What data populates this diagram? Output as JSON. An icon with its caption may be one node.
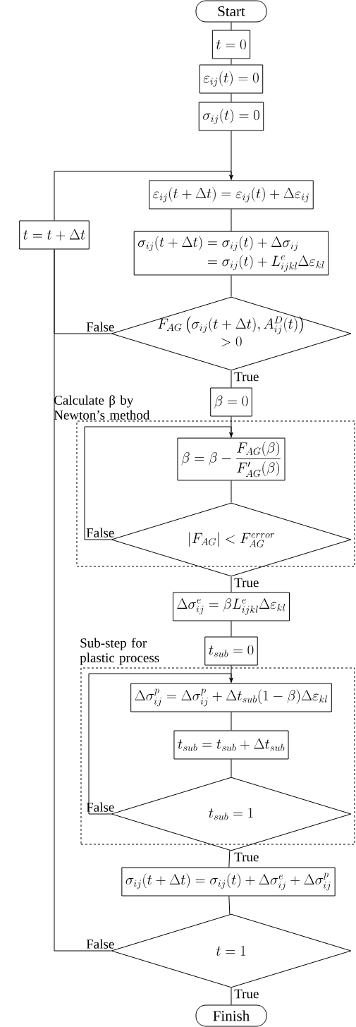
{
  "diagram": {
    "nodes": [
      {
        "text": [
          "Start"
        ]
      },
      {
        "text": [
          "t = 0"
        ]
      },
      {
        "text": [
          "\\varepsilon_{ij}(t) = 0"
        ]
      },
      {
        "text": [
          "\\sigma_{ij}(t) = 0"
        ]
      },
      {
        "text": [
          "\\varepsilon_{ij}(t+\\Delta t) = \\varepsilon_{ij}(t) + \\Delta\\varepsilon_{ij}"
        ]
      },
      {
        "text": [
          "\\begin{aligned}\\sigma_{ij}(t+\\Delta t) &= \\sigma_{ij}(t) + \\Delta\\sigma_{ij}\\\\ &= \\sigma_{ij}(t) + L^{e}_{ijkl}\\Delta\\varepsilon_{kl}\\end{aligned}"
        ]
      },
      {
        "text": [
          "\\begin{array}{c}F_{AG}\\left(\\sigma_{ij}(t+\\Delta t), A^{D}_{ij}(t)\\right)\\\\ > 0\\end{array}"
        ]
      },
      {
        "text": [
          "t = t + \\Delta t"
        ]
      },
      {
        "text": [
          "\\beta = 0"
        ]
      },
      {
        "text": [
          "Calculate β by Newton’s method"
        ]
      },
      {
        "text": [
          "\\beta = \\beta - \\frac{F_{AG}(\\beta)}{F'_{AG}(\\beta)}"
        ],
        "in": 9
      },
      {
        "text": [
          "|F_{AG}| < F^{error}_{AG}"
        ]
      },
      {
        "text": [
          "\\Delta\\sigma^{e}_{ij} = \\beta L^{e}_{ijkl}\\Delta\\varepsilon_{kl}"
        ]
      },
      {
        "text": [
          "t_{sub} = 0"
        ]
      },
      {
        "text": [
          "Sub-step for plastic process"
        ]
      },
      {
        "text": [
          "\\Delta\\sigma^{p}_{ij} = \\Delta\\sigma^{p}_{ij} + \\Delta t_{sub}(1-\\beta)\\Delta\\varepsilon_{kl}"
        ],
        "in": 14
      },
      {
        "text": [
          "t_{sub} = t_{sub} + \\Delta t_{sub}"
        ],
        "in": 14
      },
      {
        "text": [
          "t_{sub} = 1"
        ]
      },
      {
        "text": [
          "\\sigma_{ij}(t+\\Delta t) = \\sigma_{ij}(t) + \\Delta\\sigma^{e}_{ij} + \\Delta\\sigma^{p}_{ij}"
        ]
      },
      {
        "text": [
          "t = 1"
        ]
      },
      {
        "text": [
          "Finish"
        ]
      }
    ],
    "edges": [
      {
        "from": 0,
        "to": 1,
        "arrow": "none"
      },
      {
        "from": 1,
        "to": 2,
        "arrow": "none"
      },
      {
        "from": 2,
        "to": 3,
        "arrow": "none"
      },
      {
        "from": 3,
        "to": 4,
        "arrow": "none"
      },
      {
        "from": 4,
        "to": 5,
        "arrow": "none"
      },
      {
        "from": 5,
        "to": 6,
        "arrow": "none"
      },
      {
        "from": 6,
        "to": 7,
        "label": "False",
        "arrow": "none"
      },
      {
        "from": 6,
        "to": 8,
        "label": "True",
        "arrow": "none"
      },
      {
        "from": 7,
        "to": 4,
        "arrow": "to"
      },
      {
        "from": 8,
        "to": 10,
        "arrow": "none"
      },
      {
        "from": 10,
        "to": 11,
        "arrow": "none"
      },
      {
        "from": 11,
        "to": 10,
        "label": "False",
        "arrow": "to"
      },
      {
        "from": 11,
        "to": 12,
        "label": "True",
        "arrow": "none"
      },
      {
        "from": 12,
        "to": 13,
        "arrow": "none"
      },
      {
        "from": 13,
        "to": 15,
        "arrow": "none"
      },
      {
        "from": 15,
        "to": 16,
        "arrow": "none"
      },
      {
        "from": 16,
        "to": 17,
        "arrow": "none"
      },
      {
        "from": 17,
        "to": 15,
        "label": "False",
        "arrow": "to"
      },
      {
        "from": 17,
        "to": 18,
        "label": "True",
        "arrow": "none"
      },
      {
        "from": 18,
        "to": 19,
        "arrow": "none"
      },
      {
        "from": 19,
        "to": 7,
        "label": "False",
        "arrow": "none"
      },
      {
        "from": 19,
        "to": 20,
        "label": "True",
        "arrow": "none"
      }
    ]
  }
}
